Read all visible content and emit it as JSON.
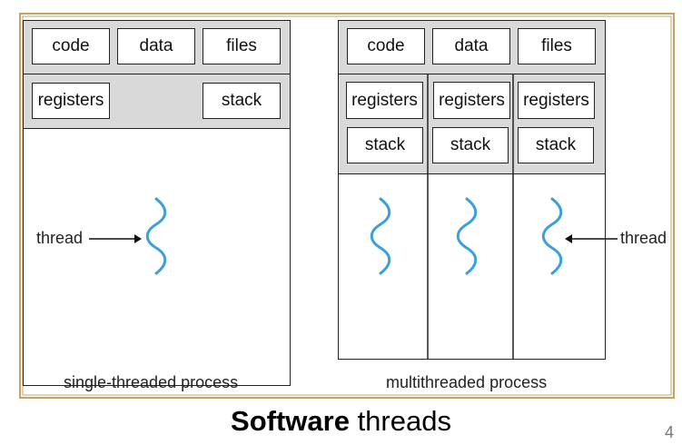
{
  "single": {
    "boxes": {
      "code": "code",
      "data": "data",
      "files": "files",
      "registers": "registers",
      "stack": "stack"
    },
    "thread_label": "thread",
    "caption": "single-threaded process"
  },
  "multi": {
    "boxes": {
      "code": "code",
      "data": "data",
      "files": "files"
    },
    "registers": [
      "registers",
      "registers",
      "registers"
    ],
    "stacks": [
      "stack",
      "stack",
      "stack"
    ],
    "thread_label": "thread",
    "caption": "multithreaded process"
  },
  "footer": {
    "title_bold": "Software",
    "title_rest": " threads",
    "page_number": "4"
  },
  "colors": {
    "frame": "#c8a064",
    "thread": "#3aa0dc",
    "gray": "#d9d9d9"
  }
}
